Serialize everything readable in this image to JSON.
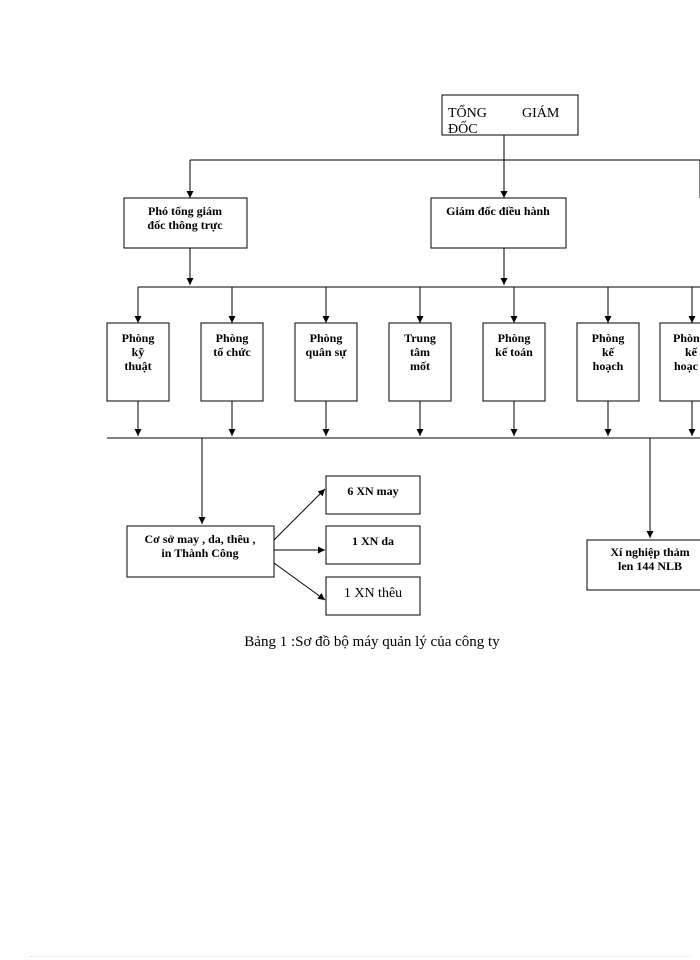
{
  "org_chart": {
    "top": [
      "TỔNG",
      "GIÁM",
      "ĐỐC"
    ],
    "deputy": [
      "Phó tổng giám",
      "đốc thông   trực"
    ],
    "director": "Giám đốc điều hành",
    "departments": [
      [
        "Phòng",
        "kỹ",
        "thuật"
      ],
      [
        "Phòng",
        "tổ chức"
      ],
      [
        "Phòng",
        "quân sự"
      ],
      [
        "Trung",
        "tâm",
        "mốt"
      ],
      [
        "Phòng",
        "kế toán"
      ],
      [
        "Phòng",
        "kế",
        "hoạch"
      ],
      [
        "Phòn",
        "kế",
        "hoạc"
      ]
    ],
    "facility": [
      "Cơ sở may , da, thêu ,",
      "in Thành Công"
    ],
    "units": [
      "6 XN may",
      "1 XN da",
      "1 XN thêu"
    ],
    "factory": [
      "Xí nghiệp thảm",
      "len 144 NLB"
    ]
  },
  "caption": "Bảng 1 :Sơ đồ bộ máy quản lý của công ty"
}
